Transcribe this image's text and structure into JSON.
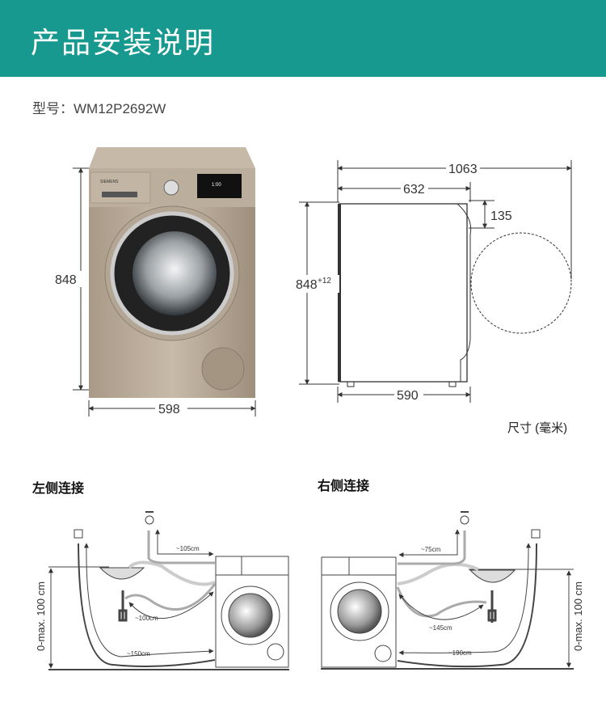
{
  "header": {
    "title": "产品安装说明",
    "color": "#17998f"
  },
  "model": {
    "label": "型号：",
    "value": "WM12P2692W"
  },
  "front_view": {
    "brand": "SIEMENS",
    "display": "1:00",
    "height": "848",
    "width": "598"
  },
  "side_view": {
    "depth_door_open": "1063",
    "depth_top": "632",
    "door_offset": "135",
    "height": "848",
    "height_tolerance": "+12",
    "depth_bottom": "590"
  },
  "unit_note": "尺寸 (毫米)",
  "left_connection": {
    "title": "左侧连接",
    "water_inlet": "~105cm",
    "drain_hose": "~100cm",
    "power_cord": "~150cm",
    "height_range": "0-max. 100 cm"
  },
  "right_connection": {
    "title": "右侧连接",
    "water_inlet": "~75cm",
    "drain_hose": "~145cm",
    "power_cord": "~190cm",
    "height_range": "0-max. 100 cm"
  }
}
